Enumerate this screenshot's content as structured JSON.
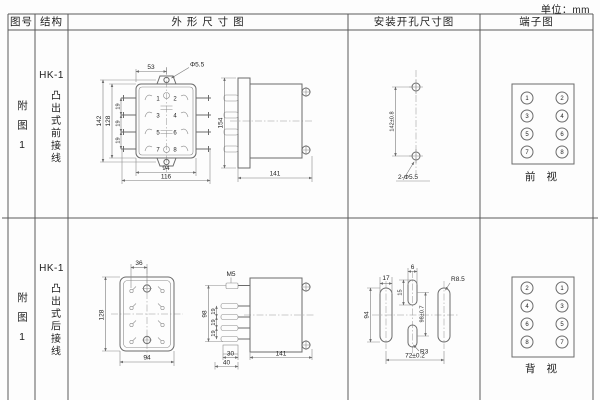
{
  "unit_label": "单位：mm",
  "headers": {
    "fig_no": "图号",
    "structure": "结构",
    "outline": "外 形 尺 寸 图",
    "install": "安装开孔尺寸图",
    "terminal": "端子图"
  },
  "row1": {
    "fig_label": "附图1",
    "model": "HK-1",
    "structure": "凸出式前接线",
    "outline": {
      "dim_top": "53",
      "dim_hole": "Φ5.5",
      "dim_h_outer": "142",
      "dim_h_body": "128",
      "dim_pitch": "19",
      "dim_w_body": "94",
      "dim_w_outer": "116",
      "dim_side_h": "154",
      "dim_side_d": "141",
      "terminals": [
        "1",
        "2",
        "3",
        "4",
        "5",
        "6",
        "7",
        "8"
      ]
    },
    "install": {
      "dim_pitch": "142±0.8",
      "holes_label": "2-Φ5.5"
    },
    "terminal_diagram": {
      "left": [
        "1",
        "3",
        "5",
        "7"
      ],
      "right": [
        "2",
        "4",
        "6",
        "8"
      ],
      "view_label": "前 视"
    }
  },
  "row2": {
    "fig_label": "附图1",
    "model": "HK-1",
    "structure": "凸出式后接线",
    "outline": {
      "dim_top": "36",
      "dim_h_body": "128",
      "dim_w_body": "94",
      "screw_label": "M5",
      "dim_span": "98",
      "dim_pitch": "19",
      "dim_d1": "30",
      "dim_d2": "40",
      "dim_side_d": "141"
    },
    "install": {
      "dim_slot_w": "17",
      "dim_cslot_w": "6",
      "dim_cslot_l": "15",
      "slot_r": "R8.5",
      "dim_slot_l": "94",
      "dim_c_pitch": "98±0.7",
      "cslot_r": "R3",
      "dim_slot_pitch": "72±0.2"
    },
    "terminal_diagram": {
      "left": [
        "2",
        "4",
        "6",
        "8"
      ],
      "right": [
        "1",
        "3",
        "5",
        "7"
      ],
      "view_label": "背 视"
    }
  }
}
